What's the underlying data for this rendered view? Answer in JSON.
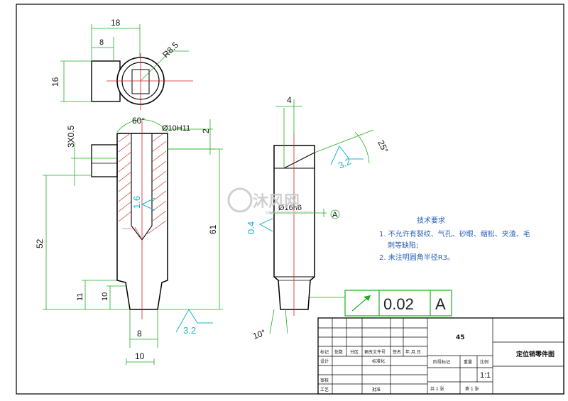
{
  "top_view": {
    "width": "18",
    "slot": "8",
    "height": "16",
    "radius": "R8.5"
  },
  "front_view": {
    "chamfer": "3X0.5",
    "angle": "60°",
    "bore": "Ø10H11",
    "top_gap": "2",
    "length_lower": "52",
    "length_total": "61",
    "step_a": "11",
    "step_b": "10",
    "tip_width": "8",
    "base_width": "10",
    "roughness_side": "1.6",
    "roughness_bottom": "3.2"
  },
  "side_view": {
    "top_width": "4",
    "angle": "25°",
    "roughness_top": "3.2",
    "roughness_side": "0.4",
    "diameter": "Ø16h6",
    "datum": "A",
    "tip_angle": "10°"
  },
  "gdt": {
    "tolerance": "0.02",
    "datum": "A"
  },
  "tech_requirements": {
    "title": "技术要求",
    "line1": "1. 不允许有裂纹、气孔、砂眼、缩松、夹渣、毛",
    "line2": "刺等缺陷;",
    "line3": "2. 未注明圆角半径R3。"
  },
  "title_block": {
    "material": "45",
    "part_name": "定位销零件图",
    "scale": "1:1",
    "labels": {
      "mark": "标记",
      "count": "处数",
      "zone": "分区",
      "change_doc": "更改文件号",
      "sign": "签名",
      "date": "年.月.日",
      "design": "设计",
      "standard": "标准化",
      "check": "审核",
      "process": "工艺",
      "approve": "批准",
      "stage_mark": "阶段标记",
      "weight": "重量",
      "ratio": "比例",
      "total": "共 1 张",
      "sheet": "第 1 张"
    }
  },
  "watermark": {
    "brand": "沐风网",
    "url": "www.mfcad.com"
  },
  "colors": {
    "outline": "#000000",
    "dimension": "#1fae1f",
    "centerline": "#d91c1c",
    "hatch": "#d91c1c",
    "surface": "#1ab4c8",
    "notes": "#2a5db8"
  }
}
